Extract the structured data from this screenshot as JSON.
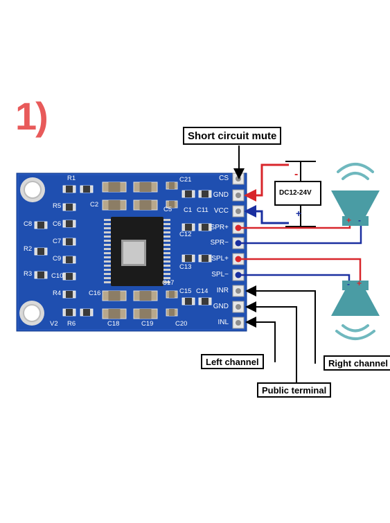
{
  "step_label": "1)",
  "callouts": {
    "short_circuit_mute": "Short circuit mute",
    "left_channel": "Left channel",
    "right_channel": "Right channel",
    "public_terminal": "Public terminal"
  },
  "power_supply": {
    "voltage": "DC12-24V",
    "negative": "-",
    "positive": "+"
  },
  "pins": [
    "CS",
    "GND",
    "VCC",
    "SPR+",
    "SPR−",
    "SPL+",
    "SPL−",
    "INR",
    "GND",
    "INL"
  ],
  "components": {
    "C21": "C21",
    "C11": "C11",
    "C1": "C1",
    "C12": "C12",
    "C13": "C13",
    "C15": "C15",
    "C14": "C14",
    "C16": "C16",
    "C17": "C17",
    "C18": "C18",
    "C19": "C19",
    "C20": "C20",
    "C2": "C2",
    "C5": "C5",
    "C6": "C6",
    "C7": "C7",
    "C8": "C8",
    "C9": "C9",
    "C10": "C10",
    "R1": "R1",
    "R2": "R2",
    "R3": "R3",
    "R4": "R4",
    "R5": "R5",
    "R6": "R6",
    "V2": "V2"
  },
  "speakers": {
    "plus": "+",
    "minus": "-"
  },
  "colors": {
    "board_blue": "#1f4fb0",
    "wire_red": "#d8262b",
    "wire_blue": "#1a2fa0",
    "speaker_teal": "#4a9ca4",
    "step_red": "#e85a5a"
  }
}
